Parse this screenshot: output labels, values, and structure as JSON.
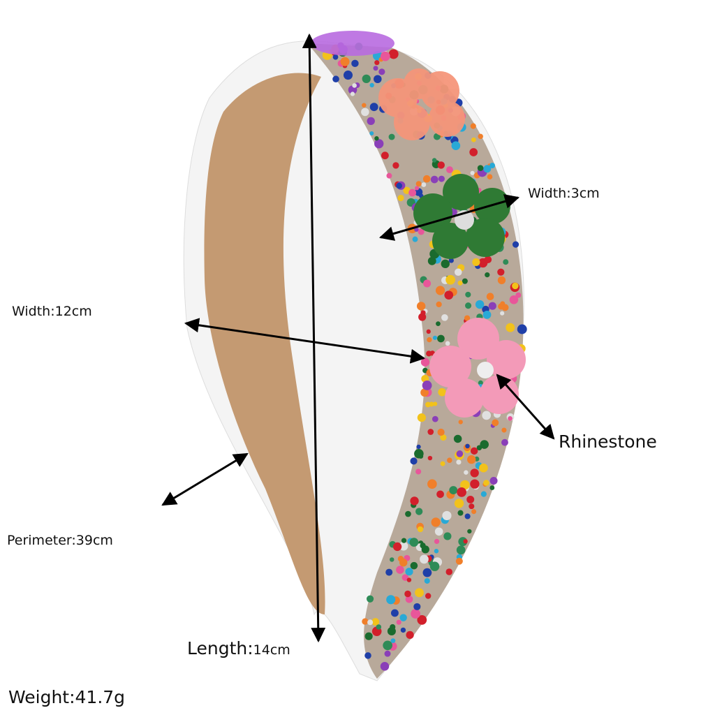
{
  "labels": {
    "band_width": "Width:3cm",
    "headband_width": "Width:12cm",
    "rhinestone": "Rhinestone",
    "perimeter": "Perimeter:39cm",
    "length_word": "Length:",
    "length_value": "14cm",
    "weight": "Weight:41.7g"
  },
  "colors": {
    "lining": "#c49a72",
    "edge": "#f4f4f4",
    "arrow": "#000000",
    "gems": [
      "#d21f2b",
      "#1f3fa8",
      "#2e8b57",
      "#f2c21b",
      "#e8569a",
      "#29a9d6",
      "#8a3fb8",
      "#f07f2a",
      "#e0e0e0",
      "#1a6b2e"
    ]
  }
}
